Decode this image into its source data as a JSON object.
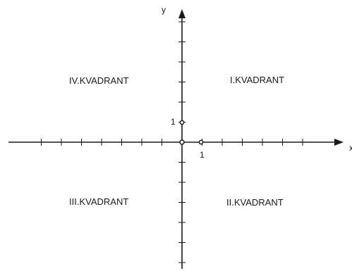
{
  "axes": {
    "x_label": "x",
    "y_label": "y"
  },
  "unit_labels": {
    "x": "1",
    "y": "1"
  },
  "quadrants": {
    "q1": "I.KVADRANT",
    "q2": "II.KVADRANT",
    "q3": "III.KVADRANT",
    "q4": "IV.KVADRANT"
  },
  "colors": {
    "ink": "#1a1a1a",
    "background": "#ffffff"
  }
}
